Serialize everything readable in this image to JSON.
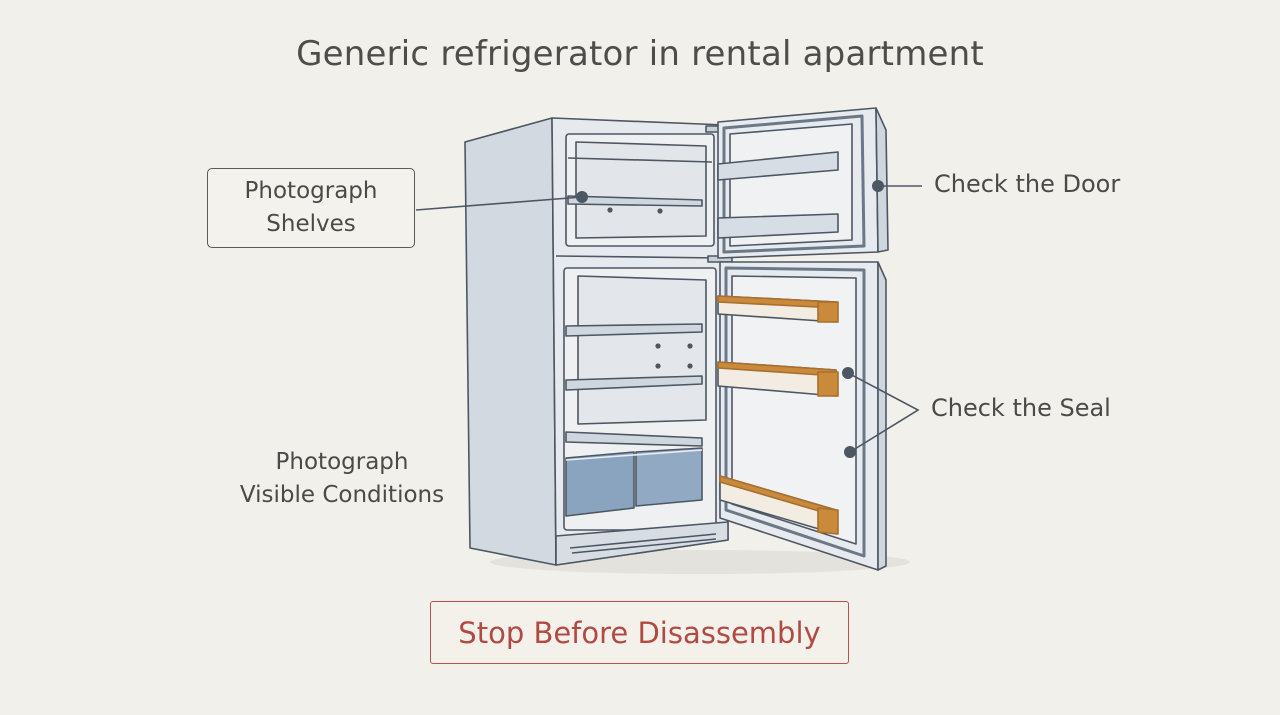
{
  "title": "Generic refrigerator in rental apartment",
  "callouts": {
    "shelves": {
      "line1": "Photograph",
      "line2": "Shelves"
    },
    "door": {
      "label": "Check the Door"
    },
    "seal": {
      "label": "Check the Seal"
    },
    "visible": {
      "line1": "Photograph",
      "line2": "Visible Conditions"
    }
  },
  "warning": {
    "label": "Stop Before Disassembly"
  },
  "colors": {
    "background": "#f1f0ea",
    "outline": "#4d5764",
    "cabinet": "#dfe3e8",
    "interior": "#eef0f1",
    "crisper": "#8aa3bf",
    "door_bin_accent": "#c98a3c",
    "warning": "#b5524c"
  }
}
